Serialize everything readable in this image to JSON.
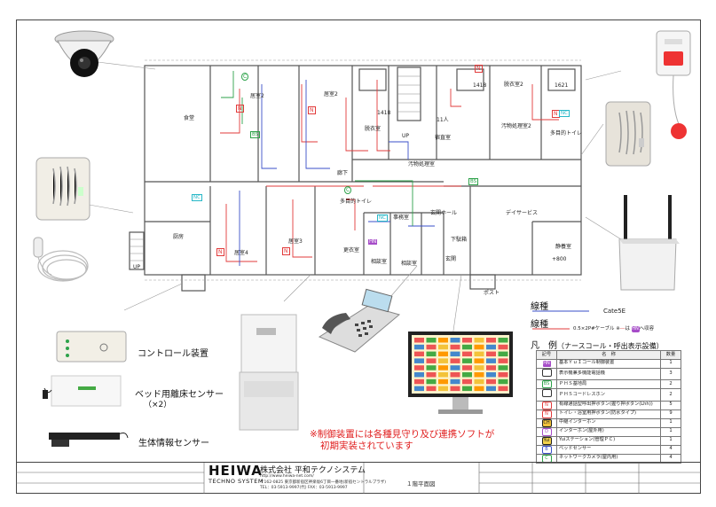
{
  "rooms": {
    "kyoshitsu2a": "居室2",
    "kyoshitsu2b": "居室2",
    "kyoshitsu4": "居室4",
    "kyoshitsu3": "居室3",
    "shokudo": "食堂",
    "chubo": "厨房",
    "datsuishitsu": "脱衣室",
    "datsuishitsu2": "脱衣室2",
    "shukuchokushitsu": "宿直室",
    "shukuchoku_capacity": "11人",
    "osenbutsu_shori": "汚物処理室",
    "osenbutsu_shori2": "汚物処理室2",
    "tamokuteki_toilet": "多目的トイレ",
    "tamokuteki_toilet2": "多目的トイレ",
    "roka": "廊下",
    "jimushitsu": "事務室",
    "kouishitsu": "更衣室",
    "soudanshitsu": "相談室",
    "soudanshitsu2": "相談室",
    "genkan_hall": "玄関ホール",
    "genkan": "玄関",
    "gesokushitsu": "下駄箱",
    "day_service": "デイサービス",
    "seiyoushitsu": "静養室",
    "post": "ポスト",
    "up1": "UP",
    "up2": "UP",
    "dim_1418": "1418",
    "dim_1418b": "1418",
    "dim_1621": "1621",
    "dim_800": "+800"
  },
  "captions": {
    "control": "コントロール装置",
    "bed_sensor": "ベッド用離床センサー",
    "bed_sensor_qty": "（×2）",
    "vital_sensor": "生体情報センサー"
  },
  "notice": {
    "line1": "※制御装置には各種見守り及び連携ソフトが",
    "line2": "初期実装されています"
  },
  "legend": {
    "senshu_label1": "線種",
    "cable1": "Cate5E",
    "senshu_label2": "線種",
    "cable2_pre": "0.5×2P#",
    "cable2_mid": "ケーブル",
    "cable2_note": "※",
    "cable2_ha": "は",
    "cable2_post": "へ収容",
    "hanrei": "凡　例",
    "hanrei_sub": "（ナースコール・呼出表示設備）",
    "col_kigo": "記号",
    "col_meisho": "名　称",
    "col_suryo": "数量",
    "rows": [
      {
        "sym": "HN",
        "name": "基本ＹｕＩコール制御装置",
        "qty": "1"
      },
      {
        "sym": "",
        "name": "表示機兼多機能電話機",
        "qty": "3"
      },
      {
        "sym": "BS",
        "name": "ＰＨＳ基地局",
        "qty": "2"
      },
      {
        "sym": "",
        "name": "ＰＨＳコードレスホン",
        "qty": "2"
      },
      {
        "sym": "N",
        "name": "有線通話型呼出押ボタン(握り押ボタン(Lhh))",
        "qty": "5"
      },
      {
        "sym": "N",
        "name": "トイレ・浴室用押ボタン(防水タイプ)",
        "qty": "9"
      },
      {
        "sym": "CH",
        "name": "中継インターホン",
        "qty": "1"
      },
      {
        "sym": "D",
        "name": "インターホン(屋外用)",
        "qty": "1"
      },
      {
        "sym": "Yui",
        "name": "Yuiステーション(管理ＰＣ)",
        "qty": "1"
      },
      {
        "sym": "B",
        "name": "ベッドセンサー",
        "qty": "4"
      },
      {
        "sym": "C",
        "name": "ネットワークカメラ(屋内用)",
        "qty": "4"
      }
    ]
  },
  "symbols": {
    "n": "N",
    "nc": "NC",
    "bs": "BS",
    "hn": "HN",
    "c": "C",
    "b": "B"
  },
  "brand": {
    "logo_main": "HEIWA",
    "logo_sub": "TECHNO SYSTEM",
    "company": "株式会社 平和テクノシステム",
    "url": "http://www.heiwa-net.com/",
    "address": "〒162-0825 東京都新宿区神楽坂6丁目一番地(新宿セントラルプラザ)",
    "phone": "TEL：03-5913-9997(代)  FAX：03-5913-9997"
  },
  "titleblock": {
    "drawing_title": "１階平面図"
  },
  "colors": {
    "red_line": "#e23b3b",
    "blue_line": "#3a4fc8",
    "green_line": "#2da24a",
    "hn_purple": "#a64cc8",
    "nc_cyan": "#28b8c8",
    "notice_red": "#e02020"
  }
}
